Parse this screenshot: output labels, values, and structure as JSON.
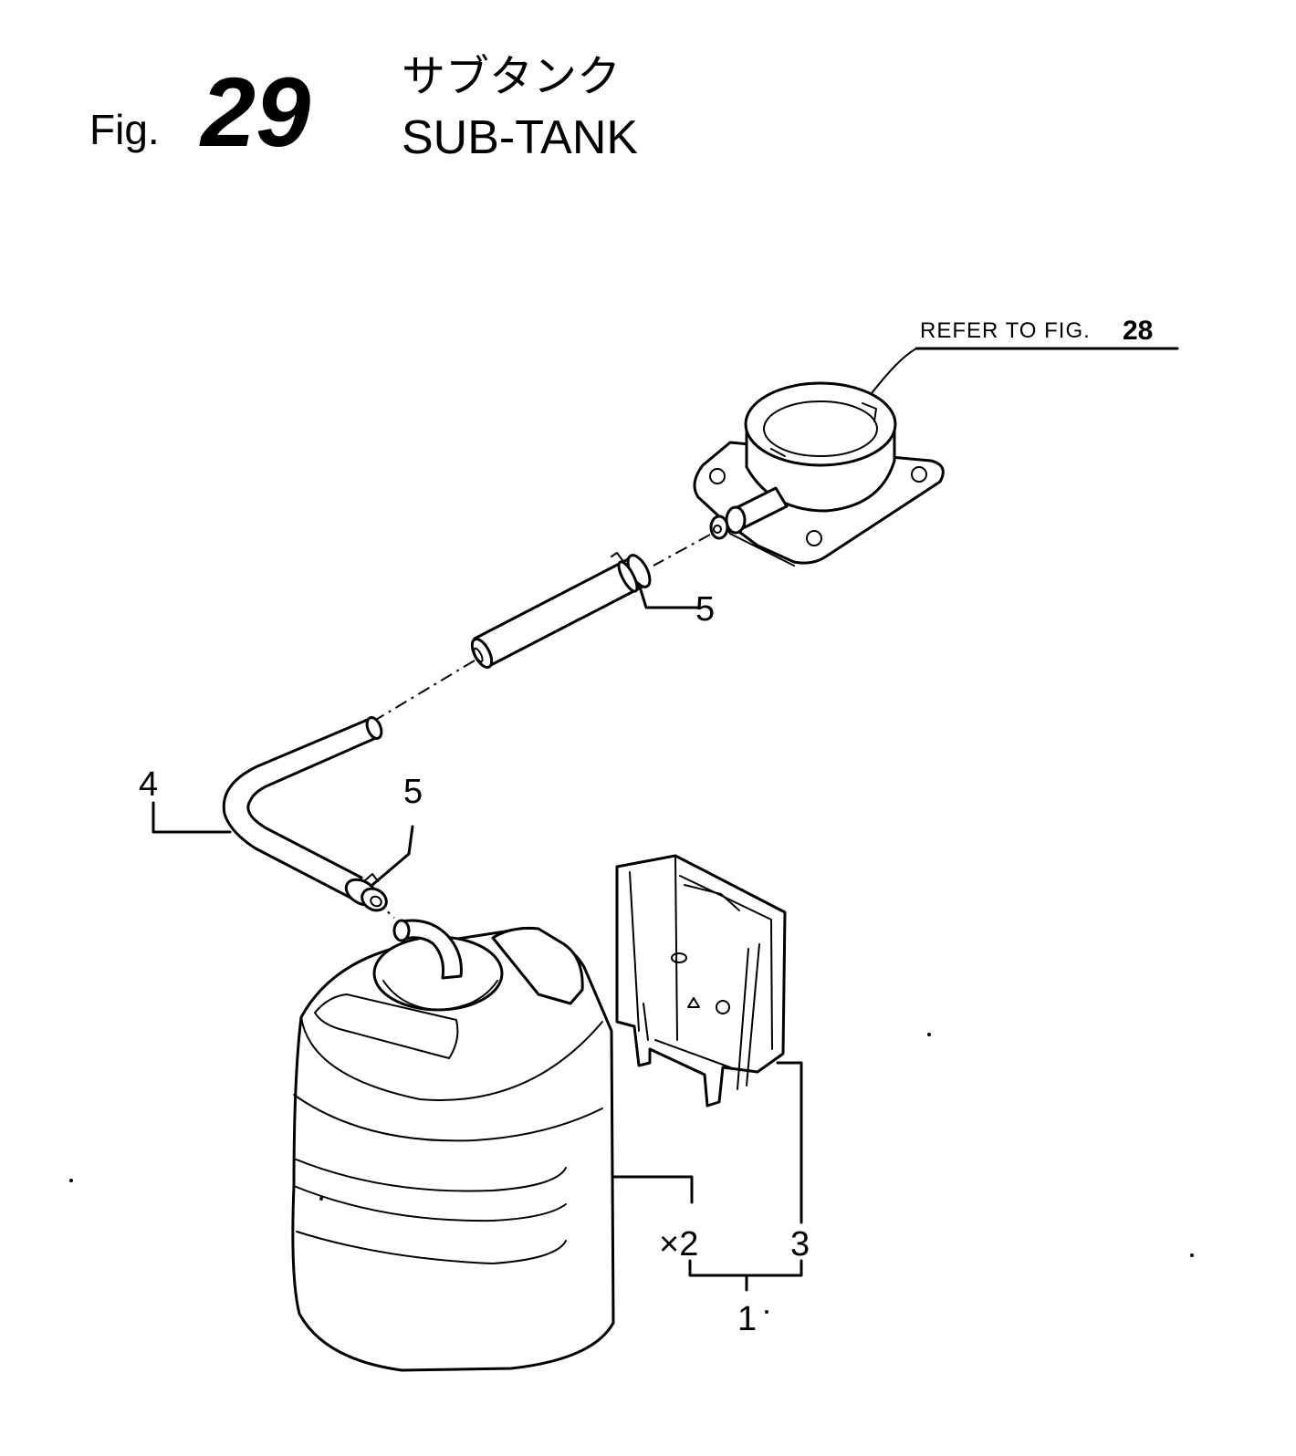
{
  "title": {
    "fig_label": "Fig.",
    "fig_number": "29",
    "japanese": "サブタンク",
    "english": "SUB-TANK"
  },
  "reference": {
    "text": "REFER TO FIG.",
    "fig_number": "28"
  },
  "callouts": {
    "part_1": "1",
    "part_3": "3",
    "part_4": "4",
    "part_5_upper": "5",
    "part_5_lower": "5",
    "quantity_2": "×2"
  }
}
